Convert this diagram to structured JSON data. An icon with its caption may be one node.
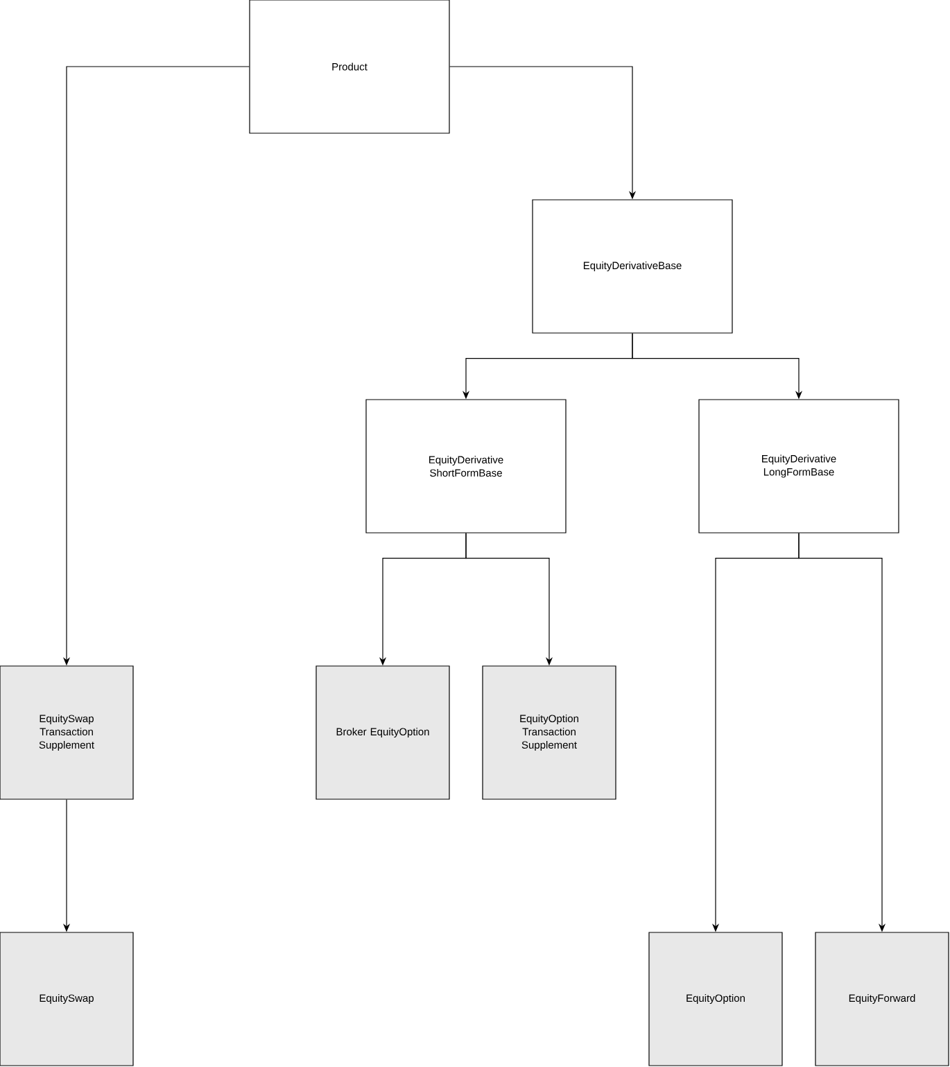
{
  "diagram": {
    "nodes": [
      {
        "text": [
          "Product"
        ]
      },
      {
        "text": [
          "EquityDerivativeBase"
        ]
      },
      {
        "text": [
          "EquityDerivative ShortFormBase"
        ]
      },
      {
        "text": [
          "EquityDerivative LongFormBase"
        ]
      },
      {
        "text": [
          "EquitySwap Transaction Supplement"
        ]
      },
      {
        "text": [
          "Broker EquityOption"
        ]
      },
      {
        "text": [
          "EquityOption Transaction Supplement"
        ]
      },
      {
        "text": [
          "EquitySwap"
        ]
      },
      {
        "text": [
          "EquityOption"
        ]
      },
      {
        "text": [
          "EquityForward"
        ]
      }
    ],
    "edges": [
      {
        "from": 0,
        "to": 4,
        "arrow": "to"
      },
      {
        "from": 0,
        "to": 1,
        "arrow": "to"
      },
      {
        "from": 1,
        "to": 2,
        "arrow": "to"
      },
      {
        "from": 1,
        "to": 3,
        "arrow": "to"
      },
      {
        "from": 2,
        "to": 5,
        "arrow": "to"
      },
      {
        "from": 2,
        "to": 6,
        "arrow": "to"
      },
      {
        "from": 3,
        "to": 8,
        "arrow": "to"
      },
      {
        "from": 3,
        "to": 9,
        "arrow": "to"
      },
      {
        "from": 4,
        "to": 7,
        "arrow": "to"
      }
    ]
  }
}
